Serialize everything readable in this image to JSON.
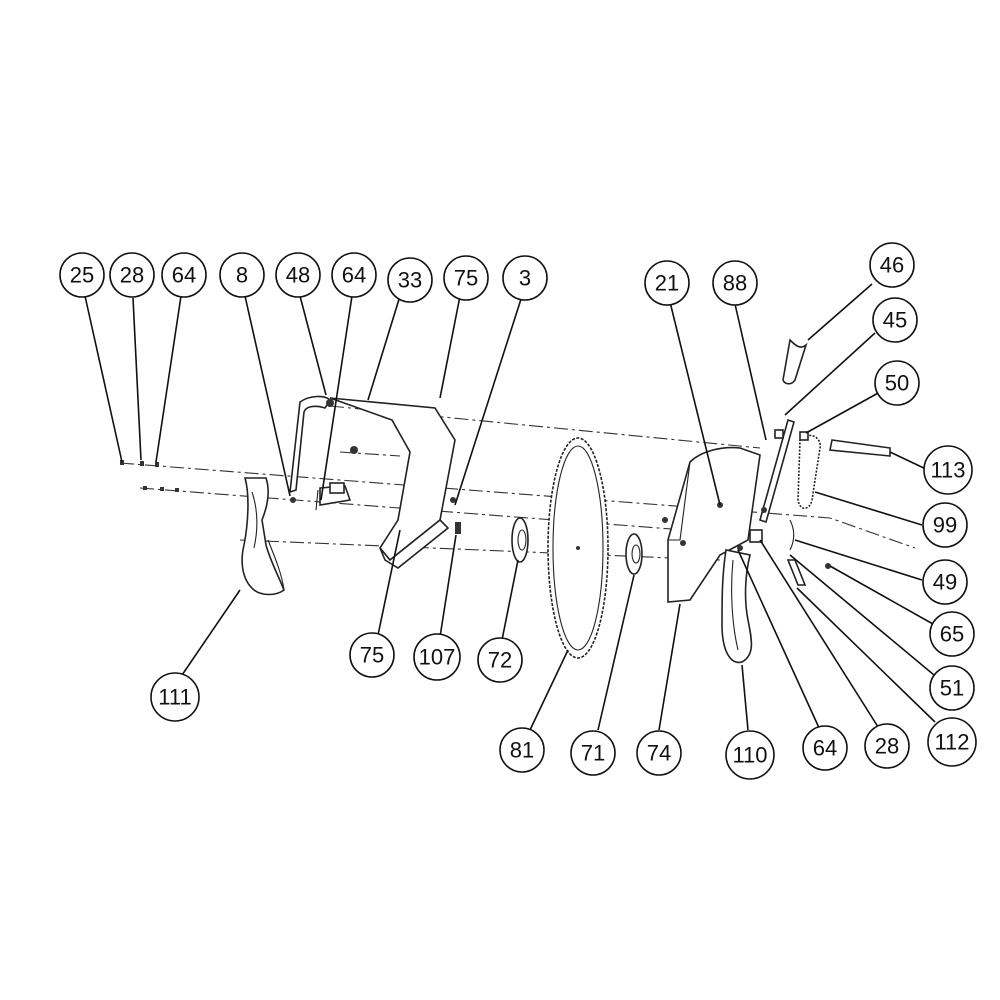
{
  "diagram": {
    "callouts": [
      {
        "id": "c1",
        "label": "25"
      },
      {
        "id": "c2",
        "label": "28"
      },
      {
        "id": "c3",
        "label": "64"
      },
      {
        "id": "c4",
        "label": "8"
      },
      {
        "id": "c5",
        "label": "48"
      },
      {
        "id": "c6",
        "label": "64"
      },
      {
        "id": "c7",
        "label": "33"
      },
      {
        "id": "c8",
        "label": "75"
      },
      {
        "id": "c9",
        "label": "3"
      },
      {
        "id": "c10",
        "label": "21"
      },
      {
        "id": "c11",
        "label": "88"
      },
      {
        "id": "c12",
        "label": "46"
      },
      {
        "id": "c13",
        "label": "45"
      },
      {
        "id": "c14",
        "label": "50"
      },
      {
        "id": "c15",
        "label": "113"
      },
      {
        "id": "c16",
        "label": "99"
      },
      {
        "id": "c17",
        "label": "49"
      },
      {
        "id": "c18",
        "label": "65"
      },
      {
        "id": "c19",
        "label": "51"
      },
      {
        "id": "c20",
        "label": "112"
      },
      {
        "id": "c21",
        "label": "28"
      },
      {
        "id": "c22",
        "label": "64"
      },
      {
        "id": "c23",
        "label": "110"
      },
      {
        "id": "c24",
        "label": "74"
      },
      {
        "id": "c25",
        "label": "71"
      },
      {
        "id": "c26",
        "label": "81"
      },
      {
        "id": "c27",
        "label": "72"
      },
      {
        "id": "c28",
        "label": "107"
      },
      {
        "id": "c29",
        "label": "75"
      },
      {
        "id": "c30",
        "label": "111"
      }
    ]
  }
}
